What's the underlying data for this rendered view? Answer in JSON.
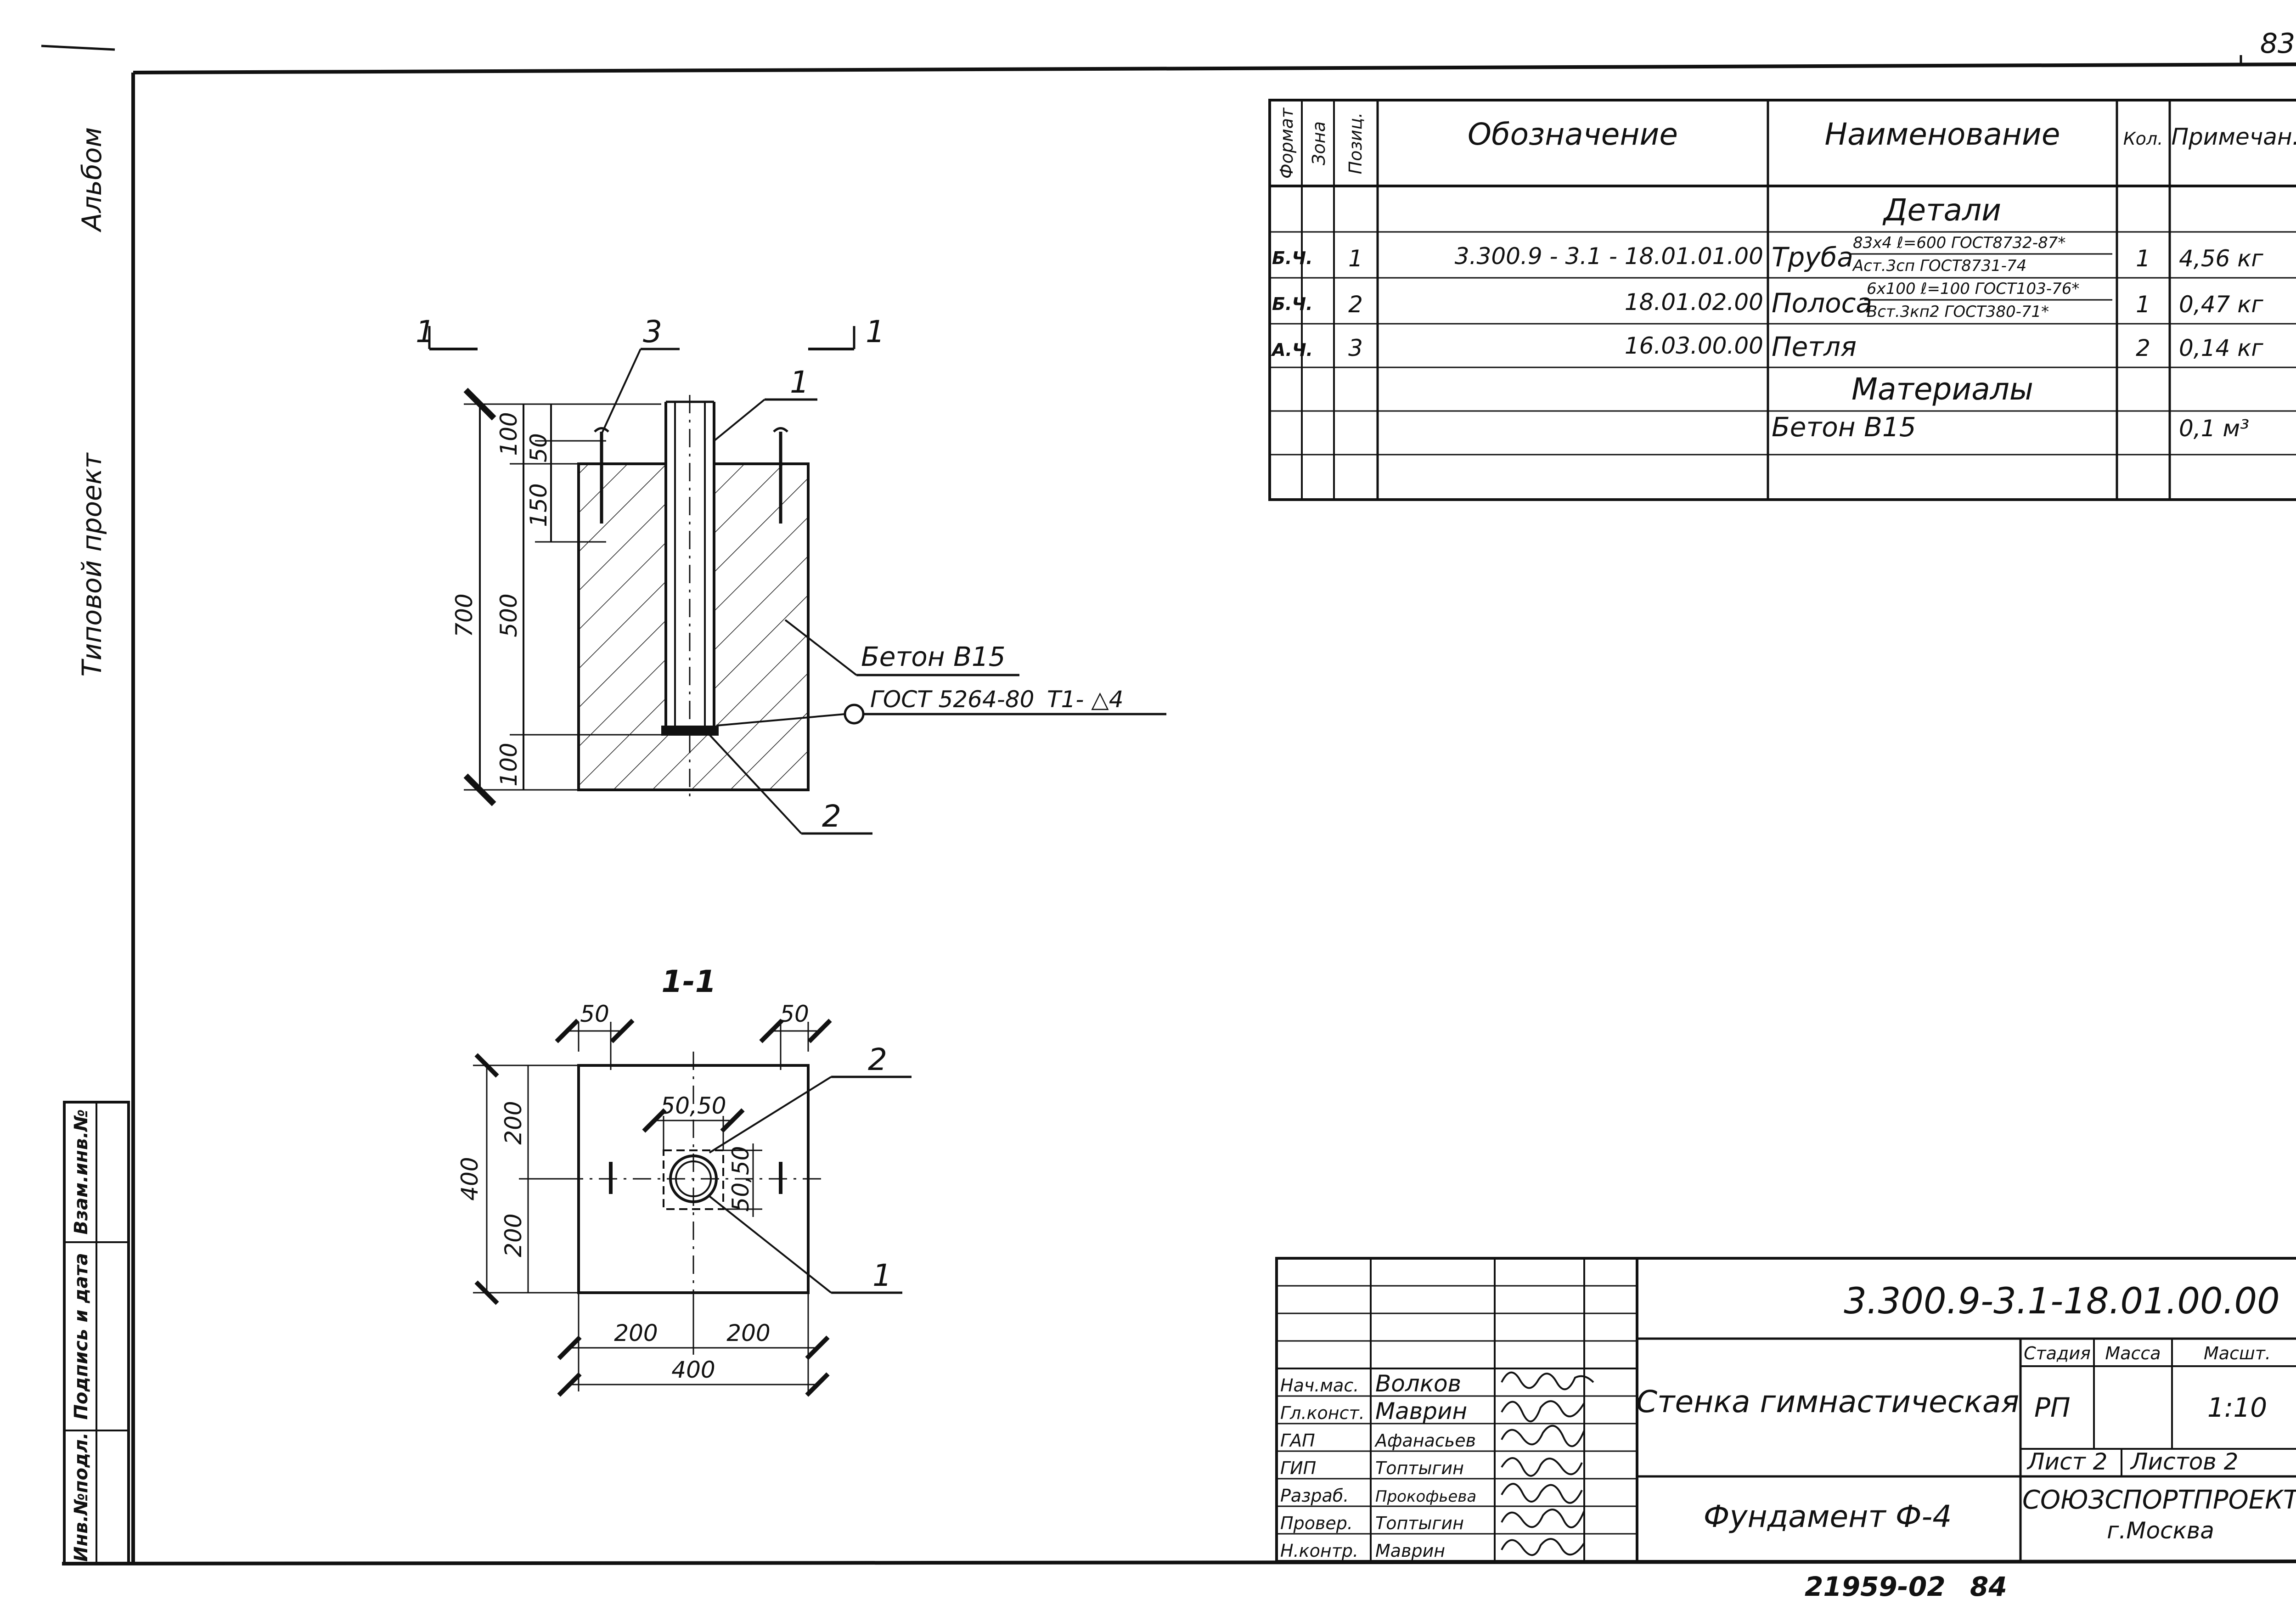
{
  "page_number": "83",
  "side_labels": {
    "album": "Альбом",
    "typical_project": "Типовой проект",
    "stamp_cells": [
      "Инв.№подл.",
      "Подпись и дата",
      "Взам.инв.№"
    ]
  },
  "drawing": {
    "section_mark_left": "1",
    "section_mark_right": "1",
    "section_title": "1-1",
    "dims_elevation": {
      "total": "700",
      "top": "100",
      "pipe_top": "50",
      "loop": "150",
      "body": "500",
      "bottom": "100"
    },
    "dims_plan": {
      "offset_left": "50",
      "offset_right": "50",
      "plate": "50,50",
      "plate_v": "50,50",
      "half_top": "200",
      "half_bottom": "200",
      "total_v": "400",
      "half_left": "200",
      "half_right": "200",
      "total_h": "400"
    },
    "callouts": {
      "pos1": "1",
      "pos2": "2",
      "pos3": "3",
      "plan_pos1": "1",
      "plan_pos2": "2",
      "concrete": "Бетон В15",
      "weld_standard": "ГОСТ 5264-80",
      "weld_type": "Т1- △4"
    }
  },
  "spec_table": {
    "headers": {
      "format": "Формат",
      "zone": "Зона",
      "pos": "Позиц.",
      "designation": "Обозначение",
      "name": "Наименование",
      "qty": "Кол.",
      "note": "Примечан."
    },
    "sections": {
      "details": "Детали",
      "materials": "Материалы"
    },
    "rows": [
      {
        "format": "Б.Ч.",
        "pos": "1",
        "designation": "3.300.9 - 3.1 - 18.01.01.00",
        "name": "Труба",
        "frac_top": "83x4 ℓ=600 ГОСТ8732-87*",
        "frac_bottom": "Аст.3сп ГОСТ8731-74",
        "qty": "1",
        "note": "4,56 кг"
      },
      {
        "format": "Б.Ч.",
        "pos": "2",
        "designation": "18.01.02.00",
        "name": "Полоса",
        "frac_top": "6x100 ℓ=100 ГОСТ103-76*",
        "frac_bottom": "Вст.3кп2 ГОСТ380-71*",
        "qty": "1",
        "note": "0,47 кг"
      },
      {
        "format": "А.Ч.",
        "pos": "3",
        "designation": "16.03.00.00",
        "name": "Петля",
        "qty": "2",
        "note": "0,14 кг"
      }
    ],
    "material": {
      "name": "Бетон В15",
      "note": "0,1 м³"
    }
  },
  "title_block": {
    "code": "3.300.9-3.1-18.01.00.00",
    "product": "Стенка гимнастическая",
    "part": "Фундамент Ф-4",
    "stage_label": "Стадия",
    "mass_label": "Масса",
    "scale_label": "Масшт.",
    "stage": "РП",
    "scale": "1:10",
    "sheet_label": "Лист 2",
    "sheets_label": "Листов 2",
    "organization": "СОЮЗСПОРТПРОЕКТ",
    "city": "г.Москва",
    "staff": [
      {
        "role": "Нач.мас.",
        "name": "Волков"
      },
      {
        "role": "Гл.конст.",
        "name": "Маврин"
      },
      {
        "role": "ГАП",
        "name": "Афанасьев"
      },
      {
        "role": "ГИП",
        "name": "Топтыгин"
      },
      {
        "role": "Разраб.",
        "name": "Прокофьева"
      },
      {
        "role": "Провер.",
        "name": "Топтыгин"
      },
      {
        "role": "Н.контр.",
        "name": "Маврин"
      }
    ]
  },
  "footer_number": "21959-02",
  "footer_page": "84"
}
